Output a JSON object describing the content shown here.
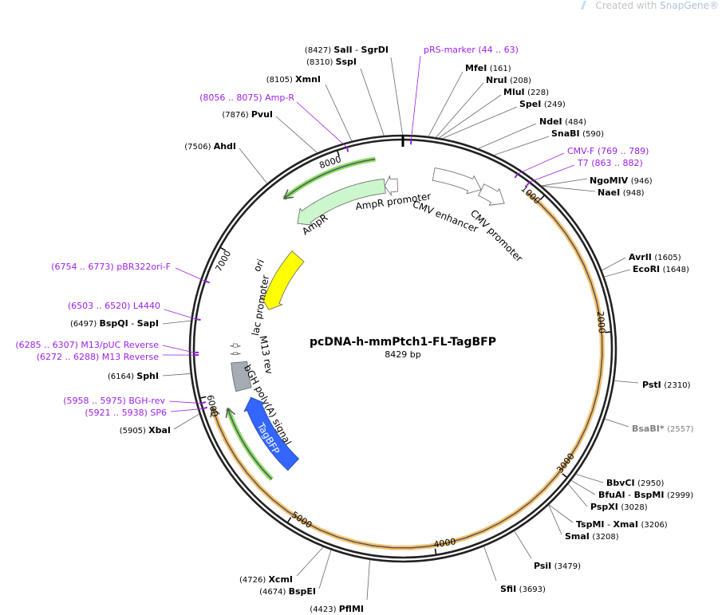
{
  "watermark": {
    "prefix": "Created with",
    "brand": "SnapGene®"
  },
  "plasmid": {
    "name": "pcDNA-h-mmPtch1-FL-TagBFP",
    "length_label": "8429 bp",
    "length": 8429
  },
  "ticks": [
    "1000",
    "2000",
    "3000",
    "4000",
    "5000",
    "6000",
    "7000",
    "8000"
  ],
  "colors": {
    "site": "#000000",
    "primer": "#9b1fe8",
    "nonunique": "#808080",
    "ring": "#222222"
  },
  "sites": [
    {
      "pos": "(8427)",
      "name": "SalI",
      "alt": "SgrDI",
      "bp": 8427,
      "kind": "site"
    },
    {
      "pos": "(8310)",
      "name": "SspI",
      "bp": 8310,
      "kind": "site"
    },
    {
      "pos": "(8105)",
      "name": "XmnI",
      "bp": 8105,
      "kind": "site"
    },
    {
      "pos": "(8056 .. 8075)",
      "name": "Amp-R",
      "bp": 8065,
      "kind": "primer"
    },
    {
      "pos": "(7876)",
      "name": "PvuI",
      "bp": 7876,
      "kind": "site"
    },
    {
      "pos": "(7506)",
      "name": "AhdI",
      "bp": 7506,
      "kind": "site"
    },
    {
      "pos": "(6754 .. 6773)",
      "name": "pBR322ori-F",
      "bp": 6763,
      "kind": "primer"
    },
    {
      "pos": "(6503 .. 6520)",
      "name": "L4440",
      "bp": 6511,
      "kind": "primer"
    },
    {
      "pos": "(6497)",
      "name": "BspQI",
      "alt": "SapI",
      "bp": 6497,
      "kind": "site"
    },
    {
      "pos": "(6285 .. 6307)",
      "name": "M13/pUC Reverse",
      "bp": 6296,
      "kind": "primer"
    },
    {
      "pos": "(6272 .. 6288)",
      "name": "M13 Reverse",
      "bp": 6280,
      "kind": "primer"
    },
    {
      "pos": "(6164)",
      "name": "SphI",
      "bp": 6164,
      "kind": "site"
    },
    {
      "pos": "(5958 .. 5975)",
      "name": "BGH-rev",
      "bp": 5966,
      "kind": "primer"
    },
    {
      "pos": "(5921 .. 5938)",
      "name": "SP6",
      "bp": 5930,
      "kind": "primer"
    },
    {
      "pos": "(5905)",
      "name": "XbaI",
      "bp": 5905,
      "kind": "site"
    },
    {
      "pos": "(4726)",
      "name": "XcmI",
      "bp": 4726,
      "kind": "site"
    },
    {
      "pos": "(4674)",
      "name": "BspEI",
      "bp": 4674,
      "kind": "site"
    },
    {
      "pos": "(4423)",
      "name": "PflMI",
      "bp": 4423,
      "kind": "site"
    },
    {
      "pos": "(44 .. 63)",
      "name": "pRS-marker",
      "bp": 53,
      "kind": "primer"
    },
    {
      "pos": "(161)",
      "name": "MfeI",
      "bp": 161,
      "kind": "site"
    },
    {
      "pos": "(208)",
      "name": "NruI",
      "bp": 208,
      "kind": "site"
    },
    {
      "pos": "(228)",
      "name": "MluI",
      "bp": 228,
      "kind": "site"
    },
    {
      "pos": "(249)",
      "name": "SpeI",
      "bp": 249,
      "kind": "site"
    },
    {
      "pos": "(484)",
      "name": "NdeI",
      "bp": 484,
      "kind": "site"
    },
    {
      "pos": "(590)",
      "name": "SnaBI",
      "bp": 590,
      "kind": "site"
    },
    {
      "pos": "(769 .. 789)",
      "name": "CMV-F",
      "bp": 779,
      "kind": "primer"
    },
    {
      "pos": "(863 .. 882)",
      "name": "T7",
      "bp": 872,
      "kind": "primer"
    },
    {
      "pos": "(946)",
      "name": "NgoMIV",
      "bp": 946,
      "kind": "site"
    },
    {
      "pos": "(948)",
      "name": "NaeI",
      "bp": 948,
      "kind": "site"
    },
    {
      "pos": "(1605)",
      "name": "AvrII",
      "bp": 1605,
      "kind": "site"
    },
    {
      "pos": "(1648)",
      "name": "EcoRI",
      "bp": 1648,
      "kind": "site"
    },
    {
      "pos": "(2310)",
      "name": "PstI",
      "bp": 2310,
      "kind": "site"
    },
    {
      "pos": "(2557)",
      "name": "BsaBI*",
      "bp": 2557,
      "kind": "nonunique"
    },
    {
      "pos": "(2950)",
      "name": "BbvCI",
      "bp": 2950,
      "kind": "site"
    },
    {
      "pos": "(2999)",
      "name": "BfuAI",
      "alt": "BspMI",
      "bp": 2999,
      "kind": "site"
    },
    {
      "pos": "(3028)",
      "name": "PspXI",
      "bp": 3028,
      "kind": "site"
    },
    {
      "pos": "(3206)",
      "name": "TspMI",
      "alt": "XmaI",
      "bp": 3206,
      "kind": "site"
    },
    {
      "pos": "(3208)",
      "name": "SmaI",
      "bp": 3208,
      "kind": "site"
    },
    {
      "pos": "(3479)",
      "name": "PsiI",
      "bp": 3479,
      "kind": "site"
    },
    {
      "pos": "(3693)",
      "name": "SfiI",
      "bp": 3693,
      "kind": "site"
    }
  ],
  "features": [
    {
      "name": "CMV enhancer",
      "start": 235,
      "end": 614,
      "dir": 1,
      "color": "#ffffff",
      "label": true
    },
    {
      "name": "CMV promoter",
      "start": 615,
      "end": 818,
      "dir": 1,
      "color": "#ffffff",
      "label": true
    },
    {
      "name": "AmpR promoter",
      "start": 8280,
      "end": 8385,
      "dir": -1,
      "color": "#ffffff",
      "label": true
    },
    {
      "name": "AmpR",
      "start": 7490,
      "end": 8280,
      "dir": -1,
      "color": "#ccf7cc",
      "label": true
    },
    {
      "name": "ori",
      "start": 6700,
      "end": 7290,
      "dir": -1,
      "color": "#ffff00",
      "label": true
    },
    {
      "name": "lac promoter",
      "start": 6330,
      "end": 6360,
      "dir": -1,
      "color": "#ffffff",
      "label": true
    },
    {
      "name": "M13 rev",
      "start": 6272,
      "end": 6290,
      "dir": -1,
      "color": "#ffffff",
      "label": true
    },
    {
      "name": "bGH poly(A) signal",
      "start": 5985,
      "end": 6210,
      "dir": 0,
      "color": "#a6acb3",
      "label": true
    },
    {
      "name": "TagBFP",
      "start": 5230,
      "end": 5905,
      "dir": 1,
      "color": "#3366ff",
      "label": true
    }
  ],
  "orfs": [
    {
      "start": 900,
      "end": 5920,
      "dir": 1,
      "color": "#f7c16e",
      "r": 250
    },
    {
      "start": 7530,
      "end": 8235,
      "dir": -1,
      "color": "#88dd66",
      "r": 240
    },
    {
      "start": 5270,
      "end": 5880,
      "dir": 1,
      "color": "#88dd66",
      "r": 232
    }
  ]
}
